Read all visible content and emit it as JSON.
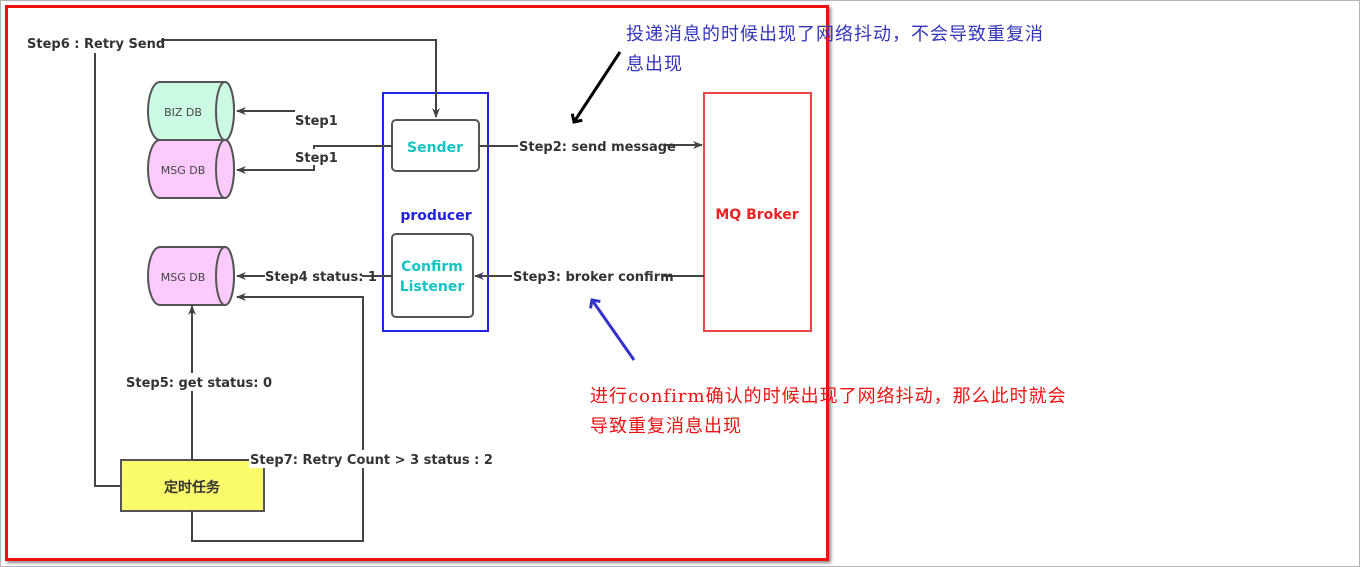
{
  "diagram": {
    "title": "RabbitMQ reliable delivery flow",
    "colors": {
      "outer_border": "#ee1111",
      "producer_border": "#2222ee",
      "producer_label": "#2222dd",
      "component_text": "#14c4c4",
      "broker_border": "#ee4444",
      "broker_text": "#ee2222",
      "biz_db_fill": "#ccfbe4",
      "msg_db_fill": "#fccafc",
      "scheduler_fill": "#fafa6a",
      "note_top_color": "#3333bb",
      "note_bottom_color": "#ee1111"
    },
    "nodes": {
      "biz_db": "BIZ DB",
      "msg_db_top": "MSG DB",
      "msg_db_bottom": "MSG DB",
      "sender": "Sender",
      "producer": "producer",
      "confirm_listener_line1": "Confirm",
      "confirm_listener_line2": "Listener",
      "mq_broker": "MQ Broker",
      "scheduler": "定时任务"
    },
    "edges": {
      "step1_biz": "Step1",
      "step1_msg": "Step1",
      "step2": "Step2:  send message",
      "step3": "Step3:  broker confirm",
      "step4": "Step4 status: 1",
      "step5": "Step5: get status:  0",
      "step6": "Step6 :  Retry Send",
      "step7": "Step7: Retry Count > 3 status : 2"
    },
    "notes": {
      "top_line1": "投递消息的时候出现了网络抖动，不会导致重复消",
      "top_line2": "息出现",
      "bottom_line1": "进行confirm确认的时候出现了网络抖动，那么此时就会",
      "bottom_line2": "导致重复消息出现"
    }
  }
}
